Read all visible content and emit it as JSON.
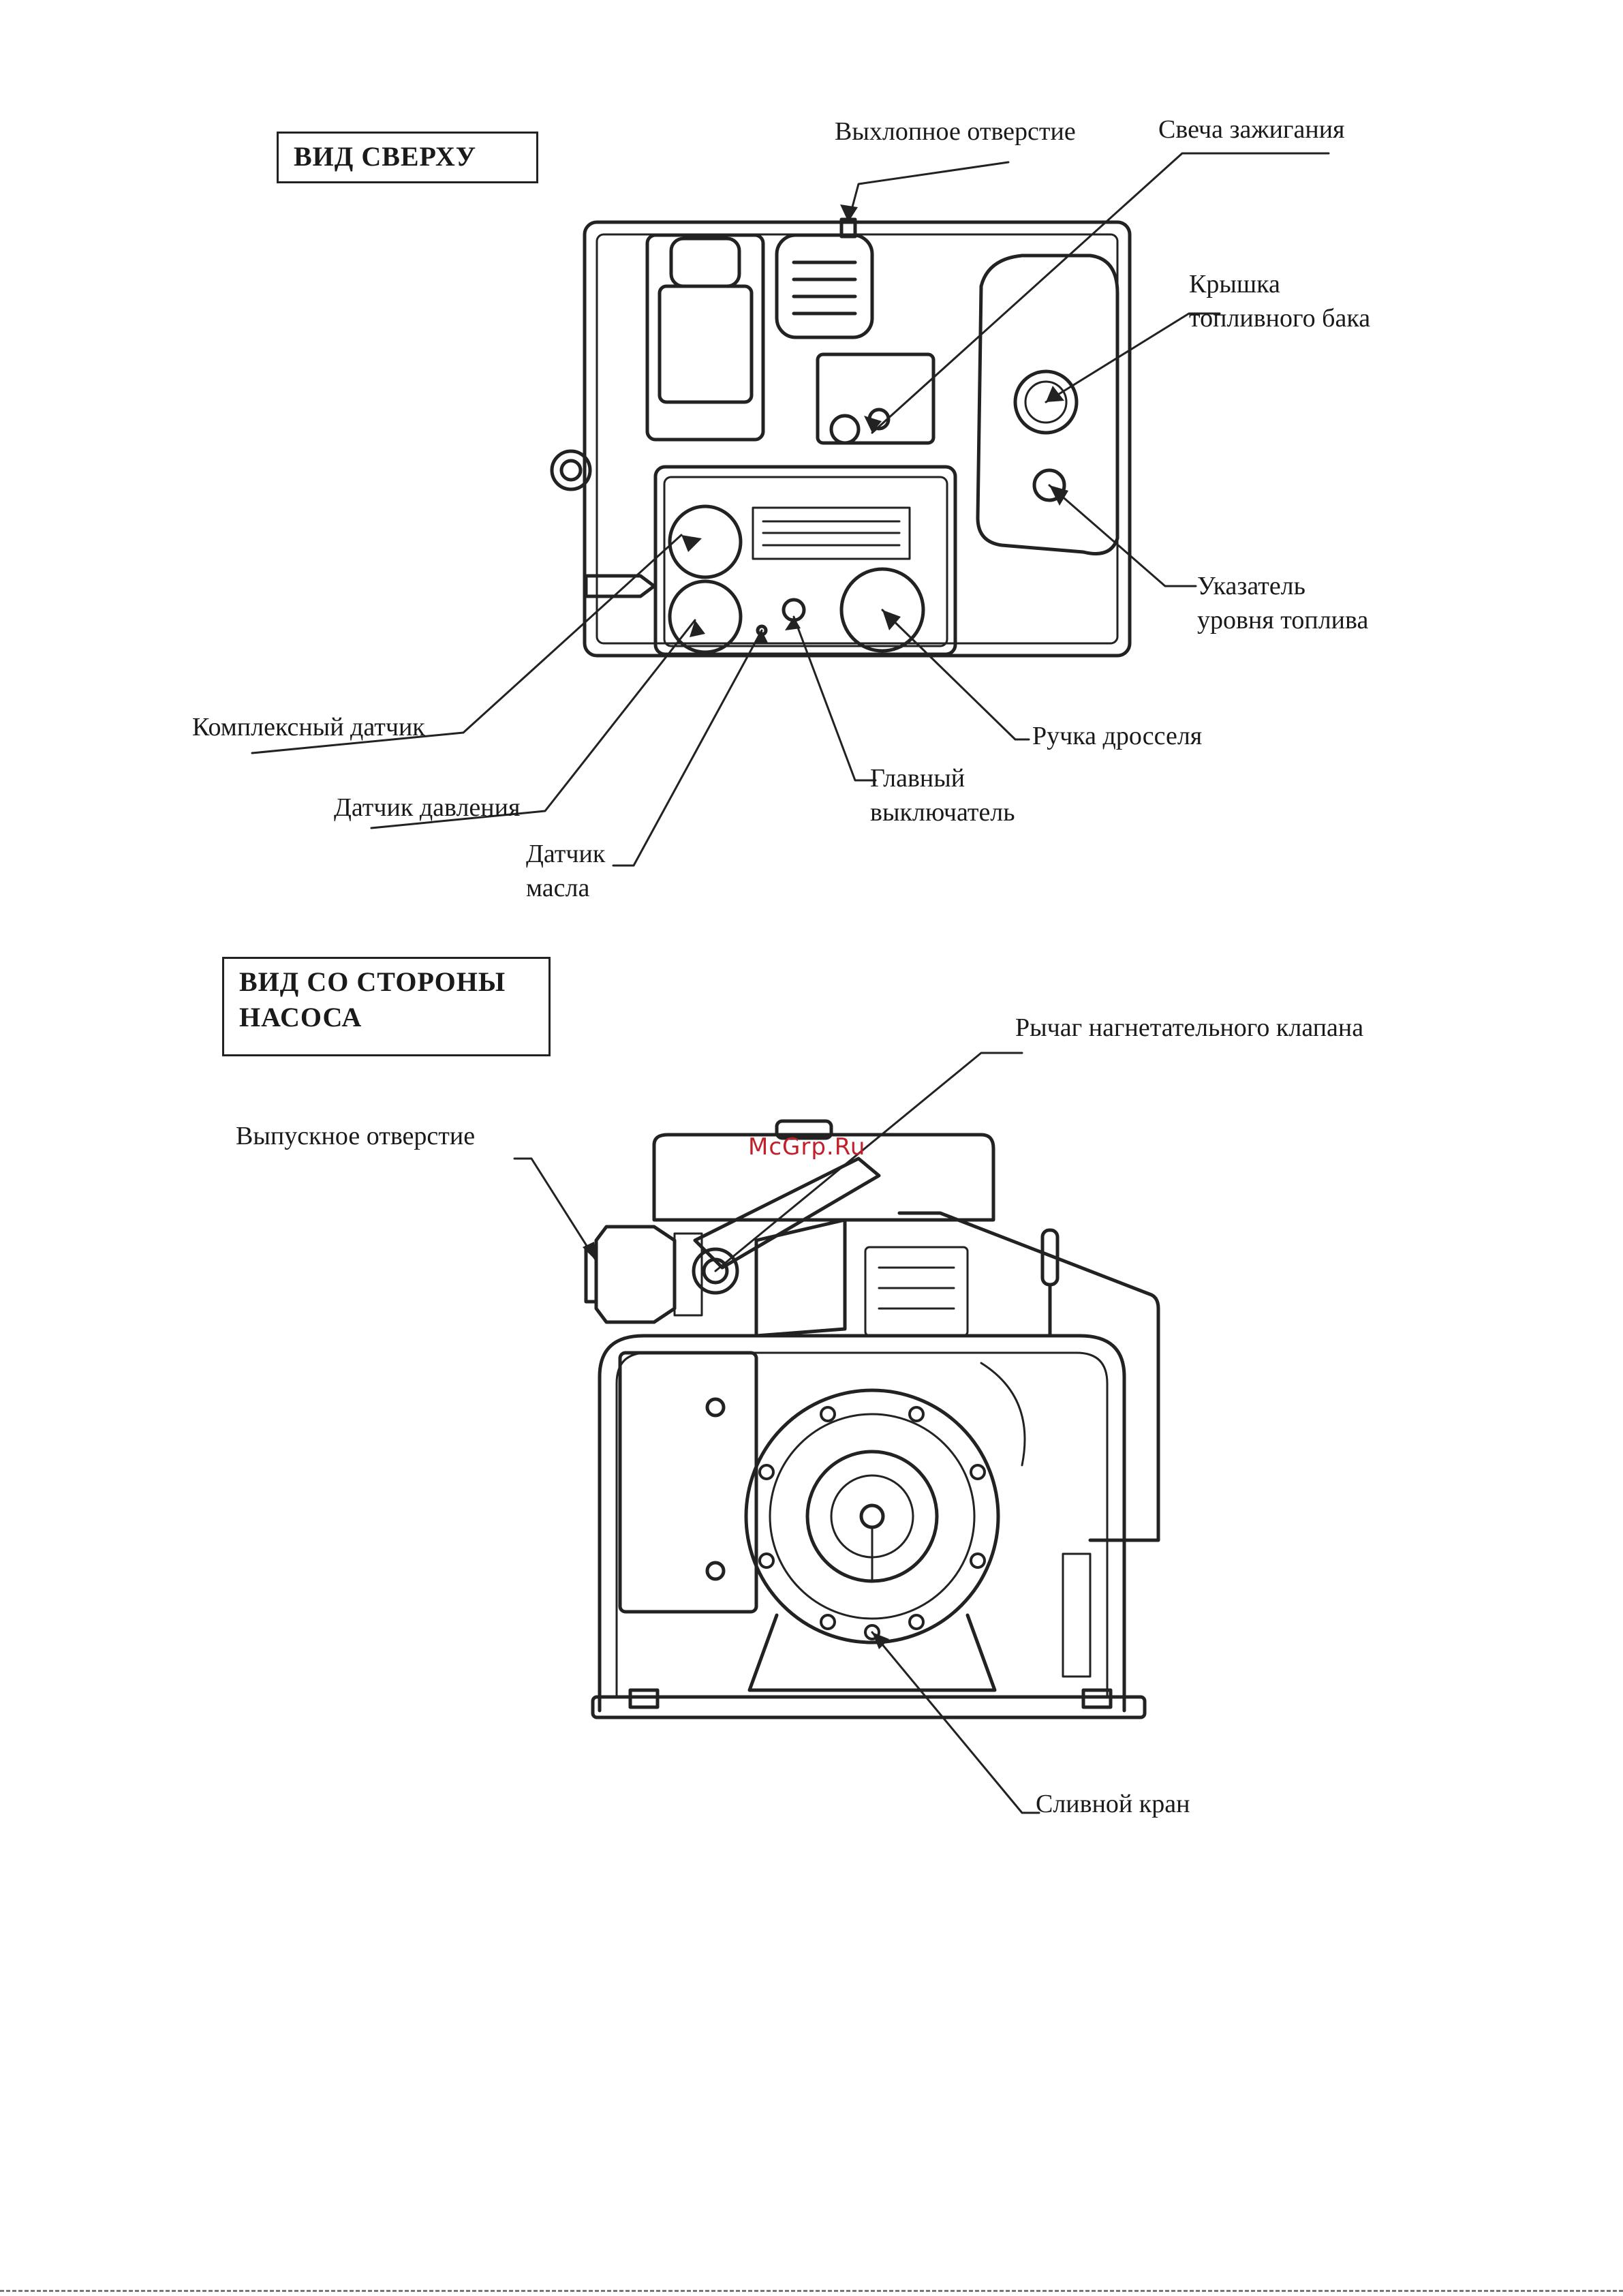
{
  "top_view": {
    "title": "ВИД СВЕРХУ",
    "labels": {
      "exhaust": "Выхлопное отверстие",
      "spark_plug": "Свеча зажигания",
      "fuel_cap_l1": "Крышка",
      "fuel_cap_l2": "топливного бака",
      "fuel_gauge_l1": "Указатель",
      "fuel_gauge_l2": "уровня топлива",
      "complex_gauge": "Комплексный датчик",
      "pressure_gauge": "Датчик давления",
      "oil_sensor_l1": "Датчик",
      "oil_sensor_l2": "масла",
      "main_switch_l1": "Главный",
      "main_switch_l2": "выключатель",
      "throttle": "Ручка дросселя"
    }
  },
  "pump_view": {
    "title_l1": "ВИД СО СТОРОНЫ",
    "title_l2": "НАСОСА",
    "labels": {
      "discharge_lever": "Рычаг нагнетательного клапана",
      "outlet": "Выпускное отверстие",
      "drain": "Сливной кран"
    }
  },
  "watermark": "McGrp.Ru",
  "colors": {
    "ink": "#1a1a1a",
    "watermark": "#c0202a"
  }
}
